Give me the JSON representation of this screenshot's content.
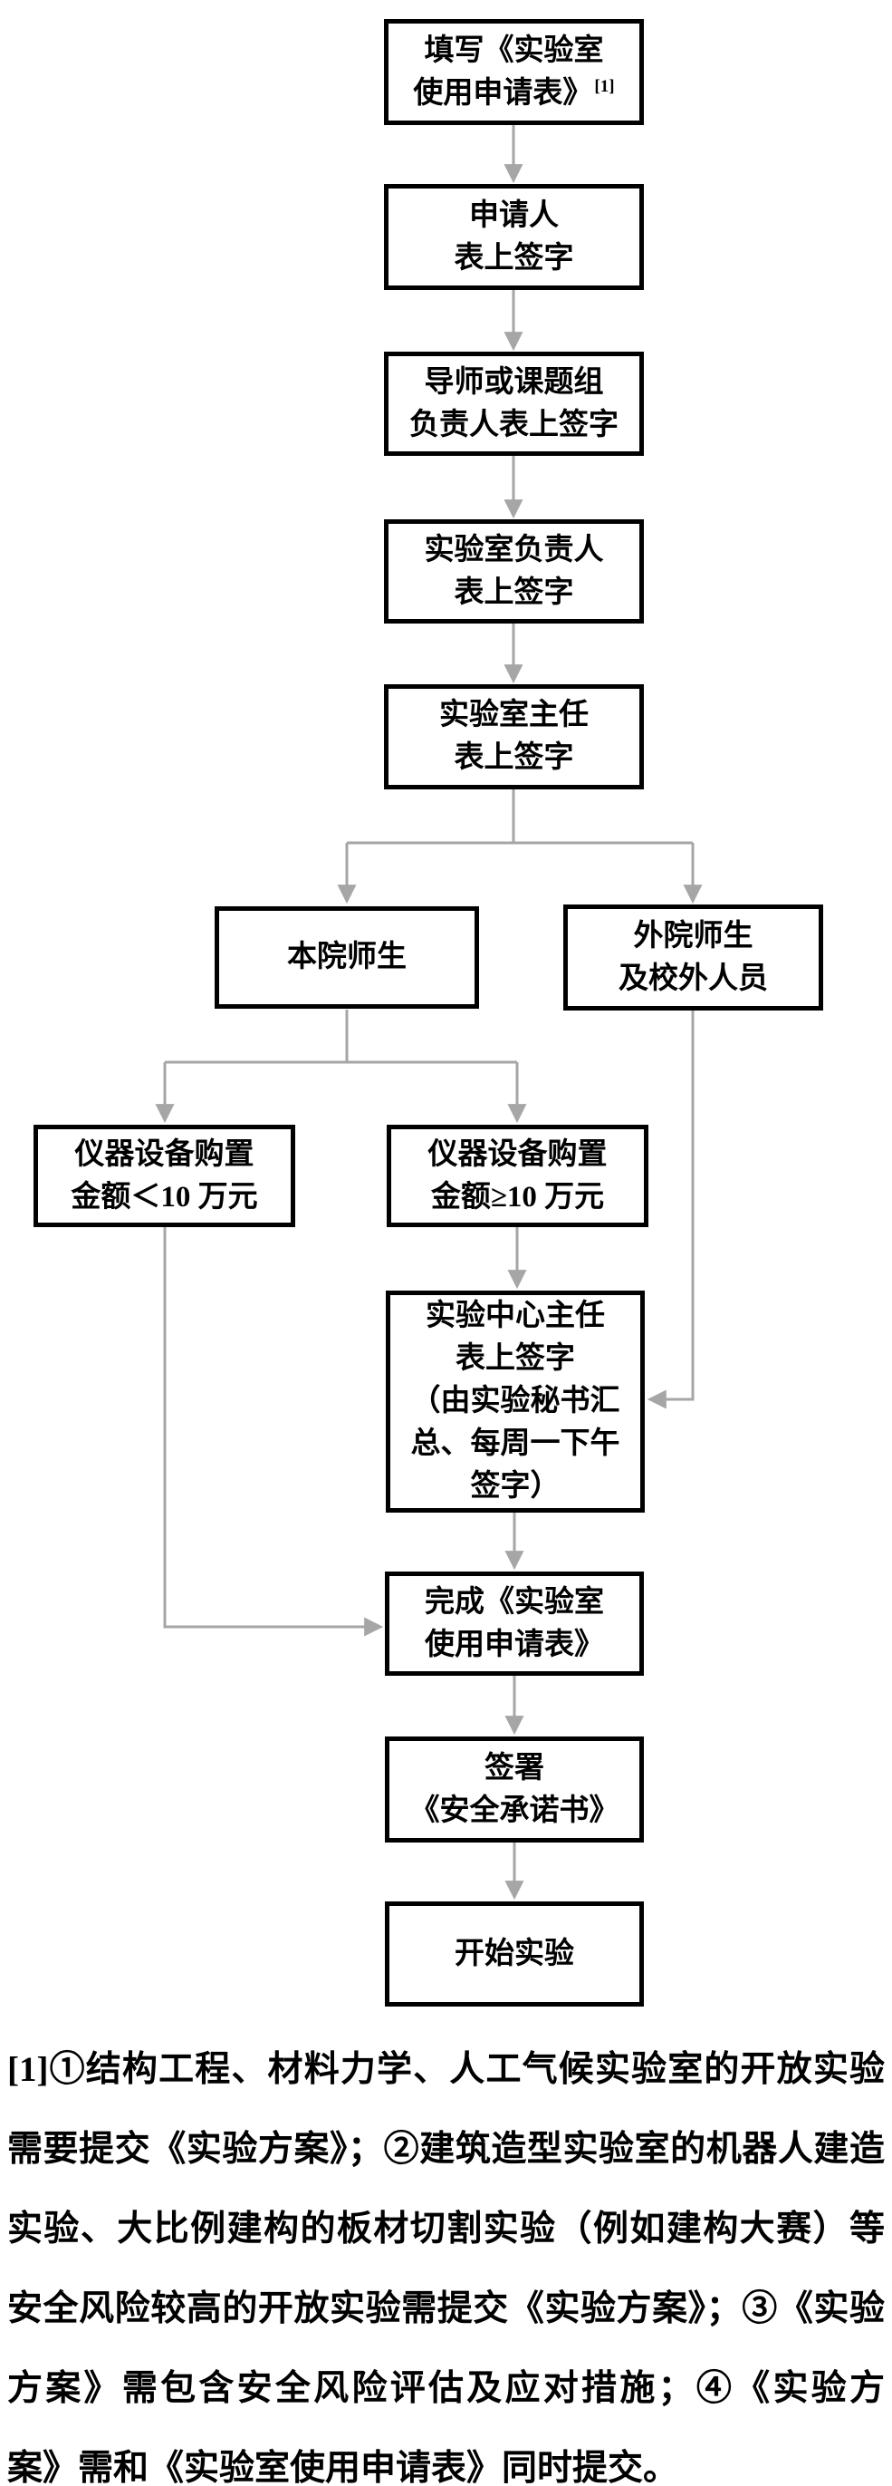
{
  "flowchart": {
    "arrow_color": "#a6a6a6",
    "border_color": "#000000",
    "nodes": {
      "fill_form": {
        "line1": "填写《实验室",
        "line2": "使用申请表》",
        "footnote_ref": "[1]"
      },
      "applicant": {
        "label": "申请人\n表上签字"
      },
      "supervisor": {
        "label": "导师或课题组\n负责人表上签字"
      },
      "lab_manager": {
        "label": "实验室负责人\n表上签字"
      },
      "lab_director": {
        "label": "实验室主任\n表上签字"
      },
      "internal": {
        "label": "本院师生"
      },
      "external": {
        "label": "外院师生\n及校外人员"
      },
      "equip_lt10": {
        "label": "仪器设备购置\n金额＜10 万元"
      },
      "equip_ge10": {
        "label": "仪器设备购置\n金额≥10 万元"
      },
      "center_director": {
        "label": "实验中心主任\n表上签字\n（由实验秘书汇\n总、每周一下午\n签字）"
      },
      "complete_form": {
        "label": "完成《实验室\n使用申请表》"
      },
      "sign_pledge": {
        "label": "签署\n《安全承诺书》"
      },
      "start_experiment": {
        "label": "开始实验"
      }
    },
    "edges": [
      {
        "from": "fill_form",
        "to": "applicant"
      },
      {
        "from": "applicant",
        "to": "supervisor"
      },
      {
        "from": "supervisor",
        "to": "lab_manager"
      },
      {
        "from": "lab_manager",
        "to": "lab_director"
      },
      {
        "from": "lab_director",
        "to": "internal"
      },
      {
        "from": "lab_director",
        "to": "external"
      },
      {
        "from": "internal",
        "to": "equip_lt10"
      },
      {
        "from": "internal",
        "to": "equip_ge10"
      },
      {
        "from": "equip_ge10",
        "to": "center_director"
      },
      {
        "from": "external",
        "to": "center_director"
      },
      {
        "from": "center_director",
        "to": "complete_form"
      },
      {
        "from": "equip_lt10",
        "to": "complete_form"
      },
      {
        "from": "complete_form",
        "to": "sign_pledge"
      },
      {
        "from": "sign_pledge",
        "to": "start_experiment"
      }
    ]
  },
  "footnote": {
    "lines": [
      "[1]①结构工程、材料力学、人工气候实验室的开放实验",
      "需要提交《实验方案》；②建筑造型实验室的机器人建造",
      "实验、大比例建构的板材切割实验（例如建构大赛）等",
      "安全风险较高的开放实验需提交《实验方案》；③《实验",
      "方案》需包含安全风险评估及应对措施；④《实验方",
      "案》需和《实验室使用申请表》同时提交。"
    ]
  }
}
